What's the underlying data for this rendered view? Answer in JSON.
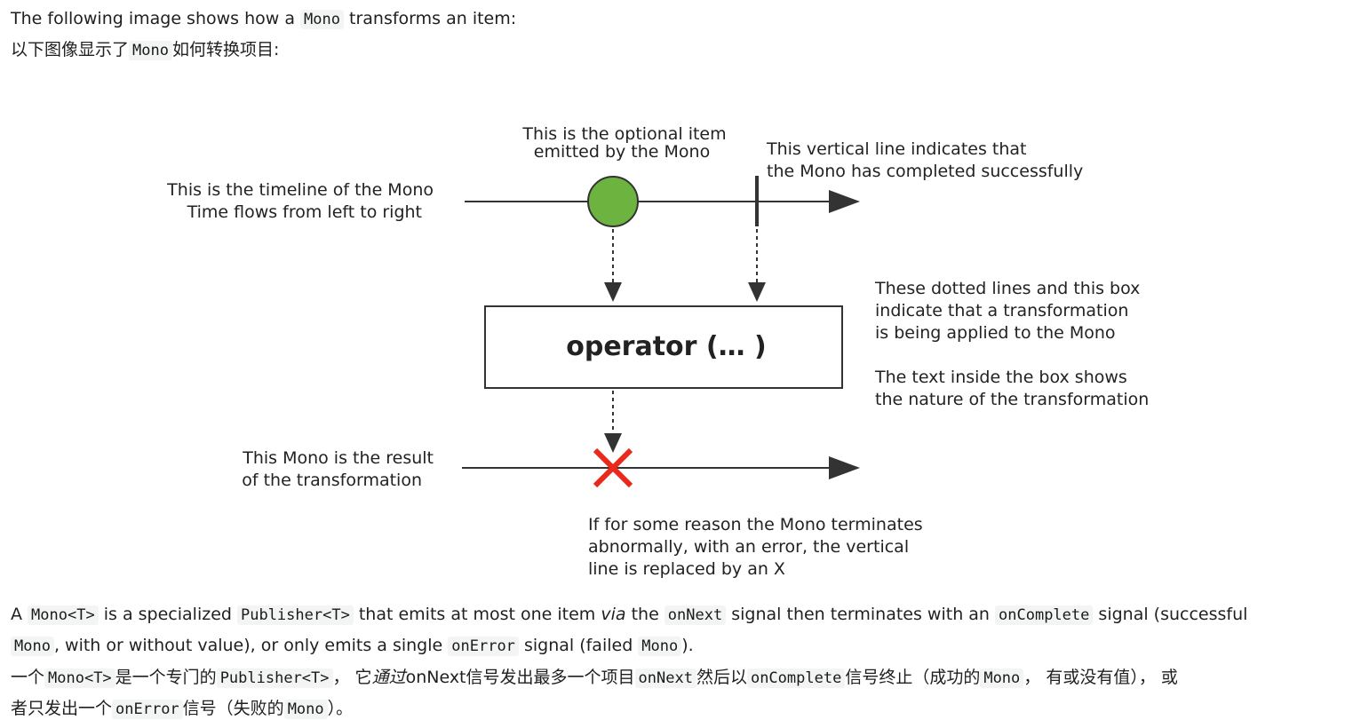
{
  "intro": {
    "en_prefix": "The following image shows how a ",
    "en_code": "Mono",
    "en_suffix": " transforms an item:",
    "zh_prefix": "以下图像显示了",
    "zh_code": "Mono",
    "zh_suffix": "如何转换项目:"
  },
  "diagram": {
    "timeline_label_1": "This is the timeline of the Mono",
    "timeline_label_2": "Time flows from left to right",
    "item_label_1": "This is the optional item",
    "item_label_2": "emitted by the Mono",
    "complete_label_1": "This vertical line indicates that",
    "complete_label_2": "the Mono has completed successfully",
    "operator_text": "operator (… )",
    "box_note_1": "These dotted lines and this box",
    "box_note_2": "indicate that a transformation",
    "box_note_3": "is being applied to the Mono",
    "box_note_4": "The text inside the box shows",
    "box_note_5": "the nature of the transformation",
    "result_label_1": "This Mono is the result",
    "result_label_2": "of the transformation",
    "error_note_1": "If for some reason the Mono terminates",
    "error_note_2": "abnormally, with an error, the vertical",
    "error_note_3": "line is replaced by an X",
    "colors": {
      "item": "#6cb33f",
      "error": "#e8291b",
      "ink": "#333333"
    }
  },
  "body_en": {
    "p1_a": "A ",
    "p1_code1": "Mono<T>",
    "p1_b": " is a specialized ",
    "p1_code2": "Publisher<T>",
    "p1_c": " that emits at most one item ",
    "p1_via": "via",
    "p1_d": " the ",
    "p1_code3": "onNext",
    "p1_e": " signal then terminates with an ",
    "p1_code4": "onComplete",
    "p1_f": " signal (successful",
    "p2_code1": "Mono",
    "p2_a": ", with or without value), or only emits a single ",
    "p2_code2": "onError",
    "p2_b": " signal (failed ",
    "p2_code3": "Mono",
    "p2_c": ")."
  },
  "body_zh": {
    "l1_a": "一个",
    "l1_code1": "Mono<T>",
    "l1_b": "是一个专门的",
    "l1_code2": "Publisher<T>",
    "l1_c": "， 它",
    "l1_em": "通过",
    "l1_d": "onNext信号发出最多一个项目",
    "l1_code3": "onNext",
    "l1_e": "然后以",
    "l1_code4": "onComplete",
    "l1_f": "信号终止（成功的",
    "l1_code5": "Mono",
    "l1_g": "， 有或没有值）， 或",
    "l2_a": "者只发出一个",
    "l2_code1": "onError",
    "l2_b": "信号（失败的",
    "l2_code2": "Mono",
    "l2_c": "）。"
  }
}
